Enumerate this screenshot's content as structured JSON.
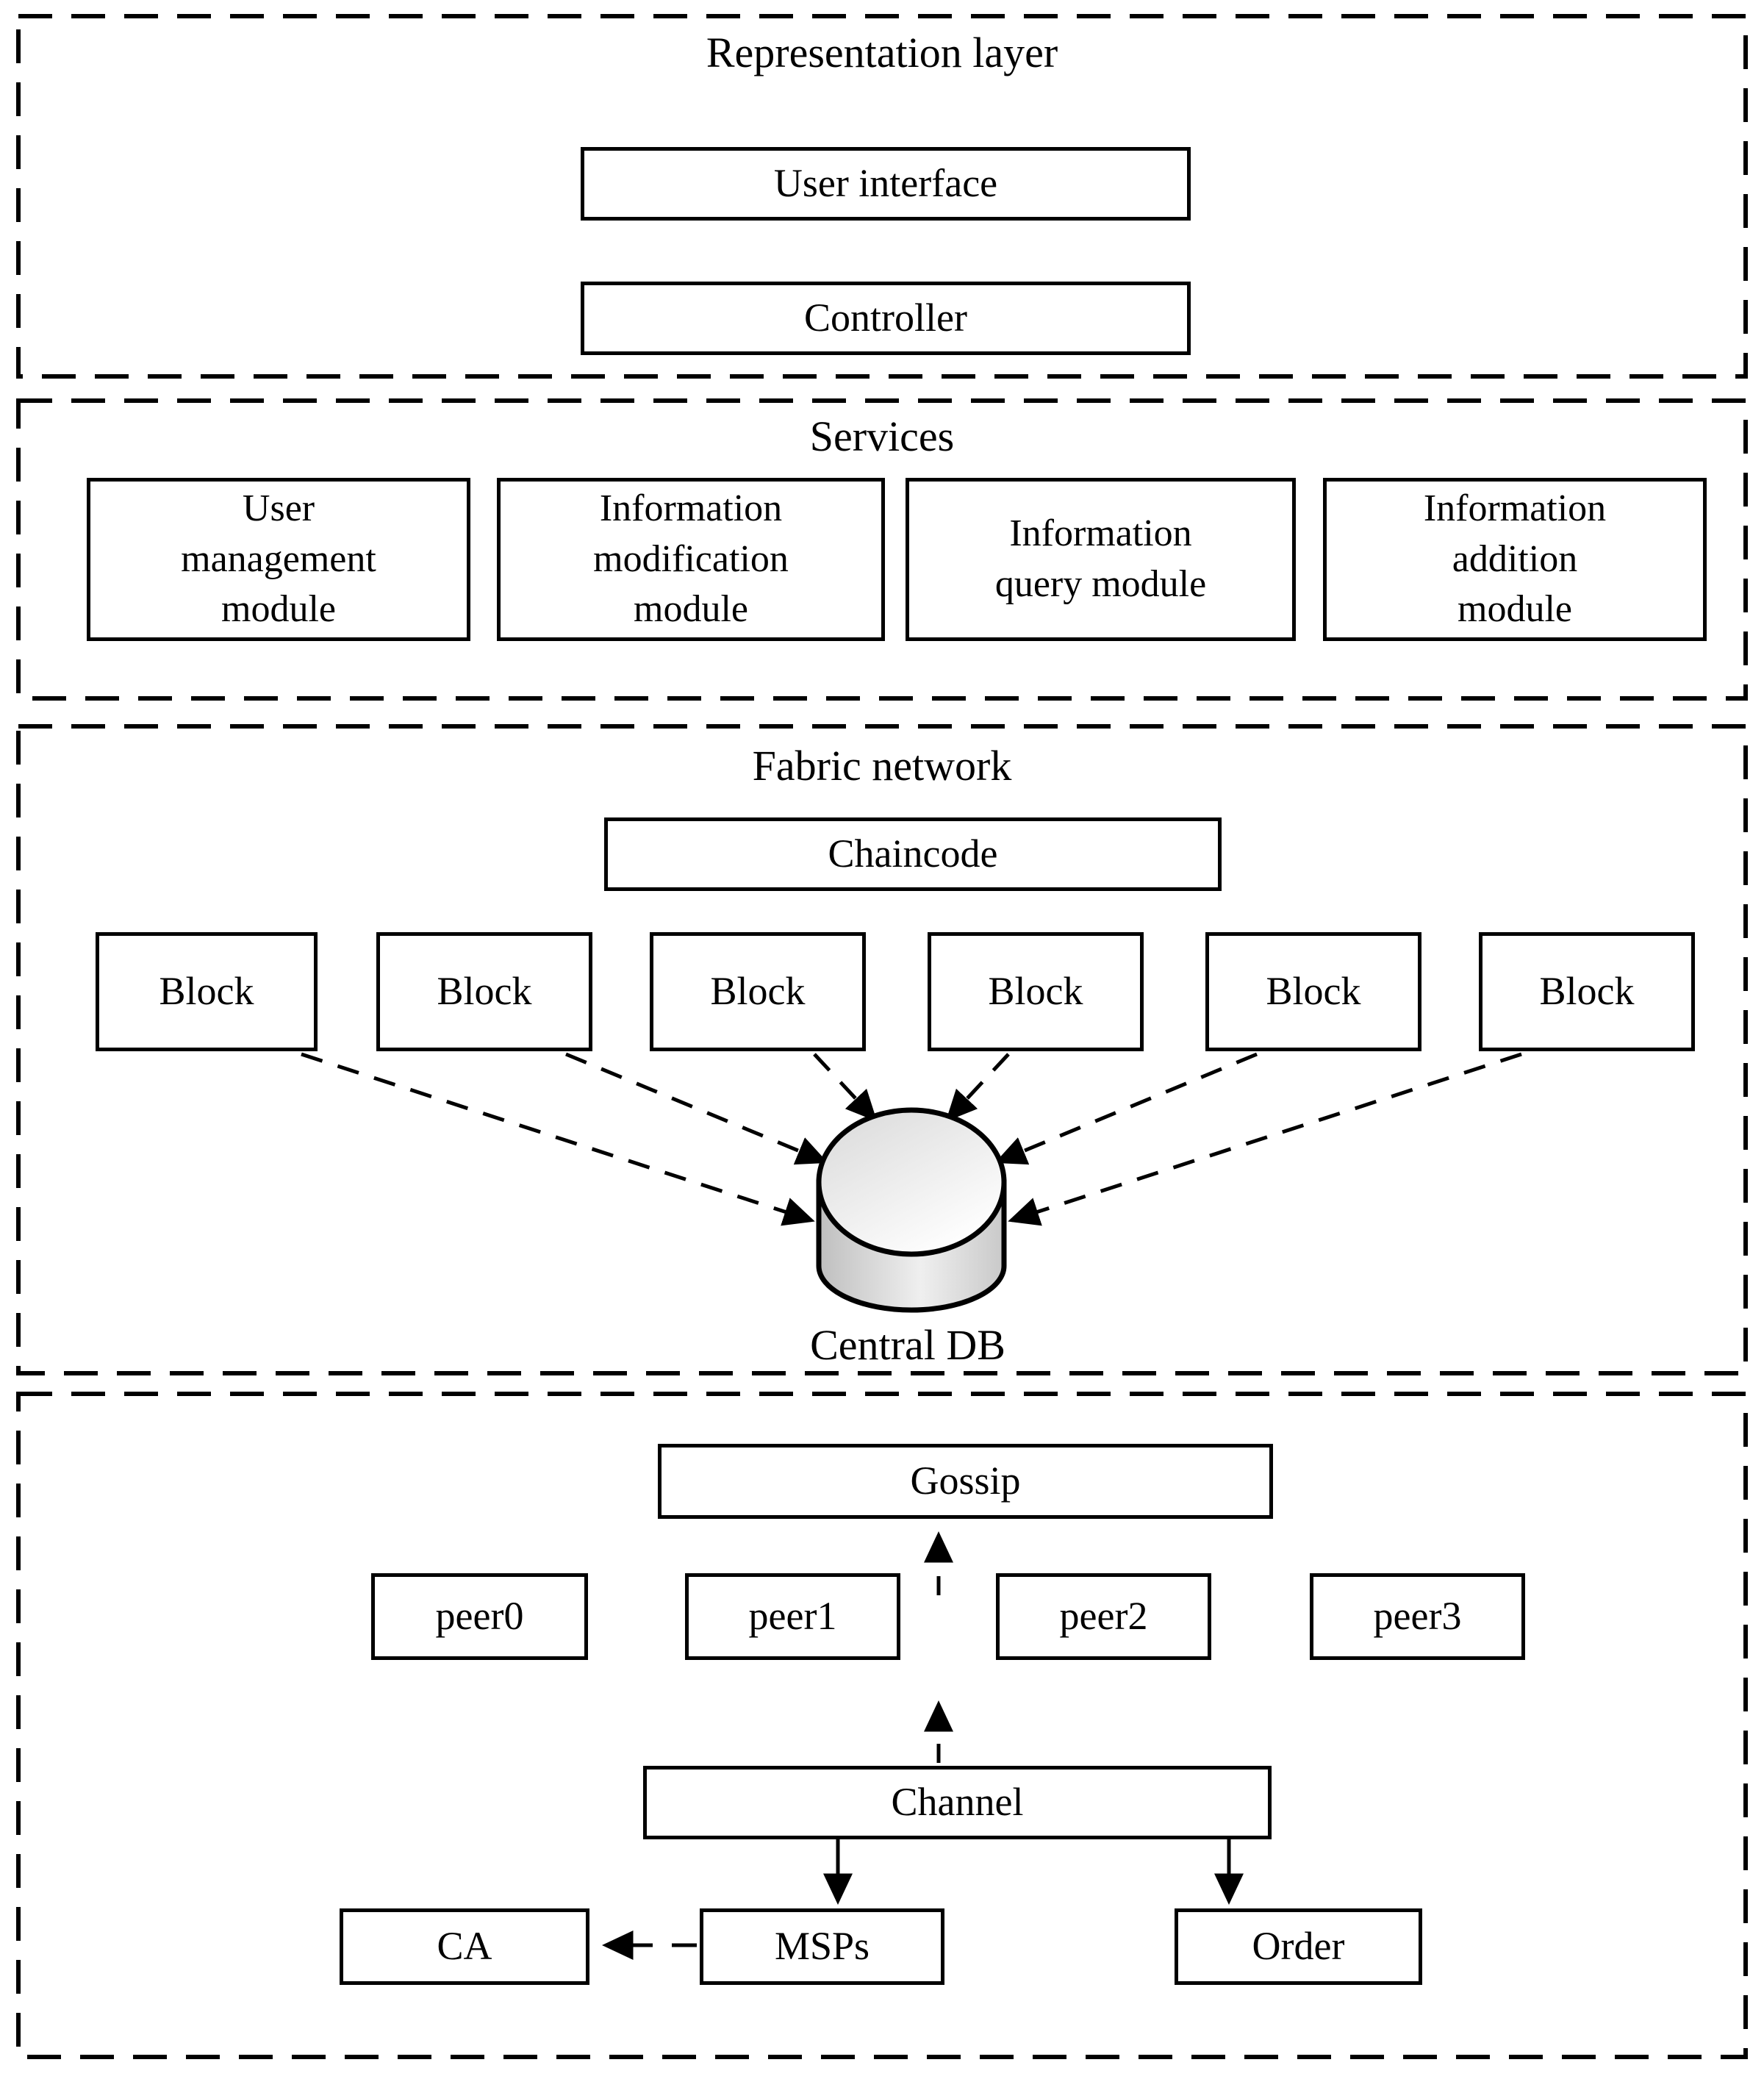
{
  "diagram": {
    "representation": {
      "title": "Representation layer",
      "user_interface": "User interface",
      "controller": "Controller"
    },
    "services": {
      "title": "Services",
      "modules": [
        {
          "lines": [
            "User",
            "management",
            "module"
          ]
        },
        {
          "lines": [
            "Information",
            "modification",
            "module"
          ]
        },
        {
          "lines": [
            "Information",
            "query module"
          ]
        },
        {
          "lines": [
            "Information",
            "addition",
            "module"
          ]
        }
      ]
    },
    "fabric": {
      "title": "Fabric network",
      "chaincode": "Chaincode",
      "blocks": [
        "Block",
        "Block",
        "Block",
        "Block",
        "Block",
        "Block"
      ],
      "central_db": "Central DB"
    },
    "network": {
      "gossip": "Gossip",
      "peers": [
        "peer0",
        "peer1",
        "peer2",
        "peer3"
      ],
      "channel": "Channel",
      "ca": "CA",
      "msps": "MSPs",
      "order": "Order"
    },
    "colors": {
      "line": "#000000",
      "background": "#ffffff",
      "cylinder_light": "#f7f7f7",
      "cylinder_dark": "#c9c9c9"
    }
  }
}
